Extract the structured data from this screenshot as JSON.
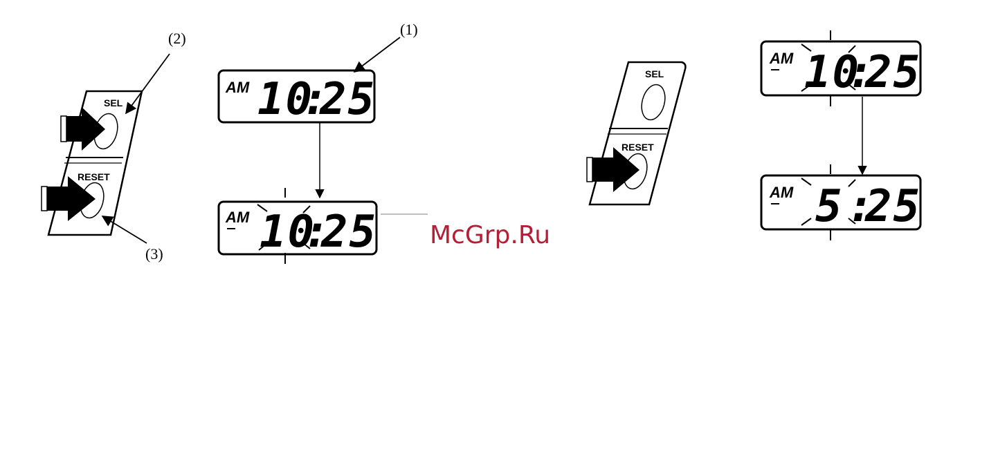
{
  "callouts": {
    "c1": "(1)",
    "c2": "(2)",
    "c3": "(3)"
  },
  "buttons": {
    "sel": "SEL",
    "reset": "RESET"
  },
  "displays": {
    "d1": {
      "meridiem": "AM",
      "hours": "10",
      "minutes": "25",
      "separator": ":",
      "flashing": false
    },
    "d2": {
      "meridiem": "AM",
      "hours": "10",
      "minutes": "25",
      "separator": ":",
      "flashing": true
    },
    "d3": {
      "meridiem": "AM",
      "hours": "10",
      "minutes": "25",
      "separator": ":",
      "flashing": true
    },
    "d4": {
      "meridiem": "AM",
      "hours": "5",
      "minutes": "25",
      "separator": ":",
      "flashing": true
    }
  },
  "watermark": "McGrp.Ru",
  "icons": [
    "press-arrow-icon",
    "callout-arrow-icon",
    "flow-arrow-icon"
  ],
  "colors": {
    "ink": "#000000",
    "watermark": "#b51f36",
    "background": "#ffffff"
  }
}
